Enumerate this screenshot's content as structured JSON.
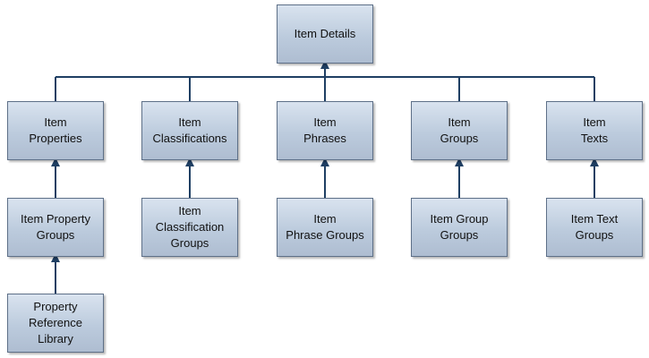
{
  "root": {
    "label": "Item Details"
  },
  "level1": [
    {
      "label": "Item\nProperties"
    },
    {
      "label": "Item\nClassifications"
    },
    {
      "label": "Item\nPhrases"
    },
    {
      "label": "Item\nGroups"
    },
    {
      "label": "Item\nTexts"
    }
  ],
  "level2": [
    {
      "label": "Item Property\nGroups"
    },
    {
      "label": "Item\nClassification\nGroups"
    },
    {
      "label": "Item\nPhrase Groups"
    },
    {
      "label": "Item Group\nGroups"
    },
    {
      "label": "Item Text\nGroups"
    }
  ],
  "level3": [
    {
      "label": "Property\nReference\nLibrary"
    }
  ],
  "colors": {
    "connector": "#1f3f63",
    "box_border": "#5e7088",
    "box_fill_top": "#d9e3ef",
    "box_fill_bottom": "#aebdd1"
  }
}
